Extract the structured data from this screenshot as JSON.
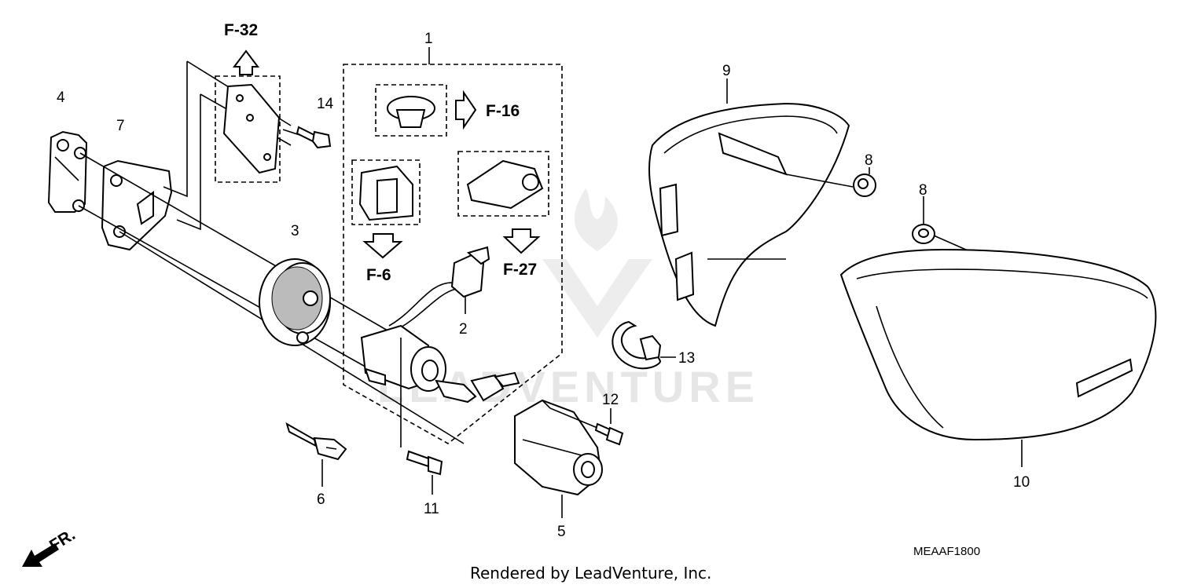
{
  "diagram": {
    "callouts": [
      "1",
      "2",
      "3",
      "4",
      "5",
      "6",
      "7",
      "8",
      "8",
      "9",
      "10",
      "11",
      "12",
      "13",
      "14"
    ],
    "refs": [
      "F-32",
      "F-16",
      "F-6",
      "F-27"
    ],
    "direction": "FR.",
    "watermark": "LEADVENTURE",
    "code": "MEAAF1800",
    "credit": "Rendered by LeadVenture, Inc."
  }
}
